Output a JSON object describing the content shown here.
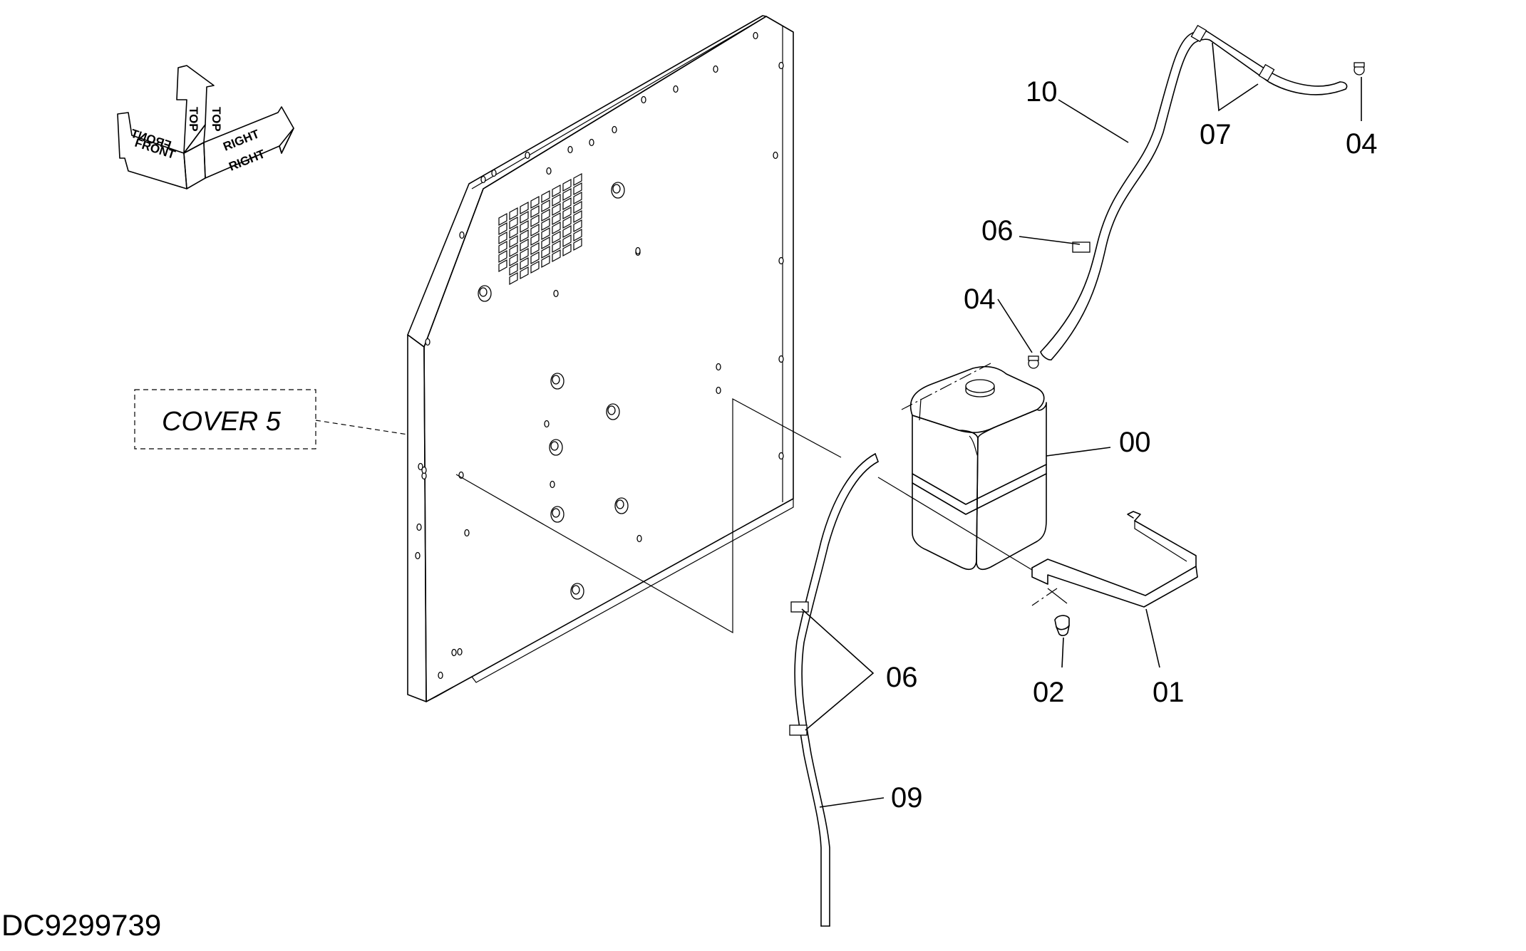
{
  "orientation": {
    "front": "FRONT",
    "top": "TOP",
    "right": "RIGHT"
  },
  "reference_box": {
    "text": "COVER 5"
  },
  "callouts": {
    "c00": "00",
    "c01": "01",
    "c02": "02",
    "c04_top": "04",
    "c04_mid": "04",
    "c06_upper": "06",
    "c06_lower": "06",
    "c07": "07",
    "c09": "09",
    "c10": "10"
  },
  "document_id": "DC9299739"
}
